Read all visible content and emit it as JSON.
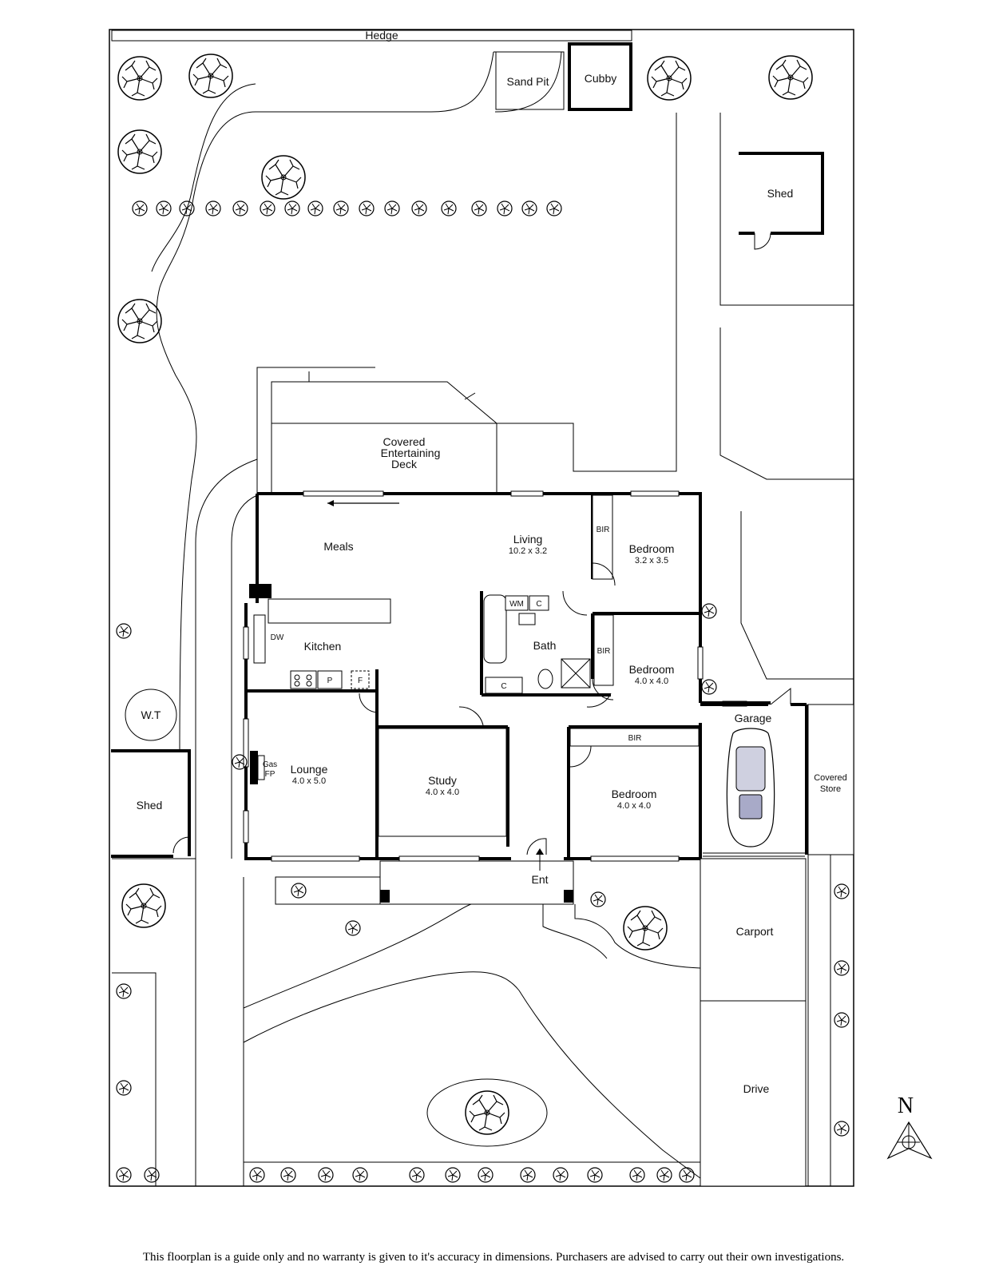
{
  "labels": {
    "hedge": "Hedge",
    "sand_pit": "Sand Pit",
    "cubby": "Cubby",
    "shed_rear": "Shed",
    "shed_side": "Shed",
    "covered_deck_1": "Covered",
    "covered_deck_2": "Entertaining",
    "covered_deck_3": "Deck",
    "meals": "Meals",
    "living": "Living",
    "living_dim": "10.2 x 3.2",
    "bedroom1": "Bedroom",
    "bedroom1_dim": "3.2 x 3.5",
    "bedroom2": "Bedroom",
    "bedroom2_dim": "4.0 x 4.0",
    "bedroom3": "Bedroom",
    "bedroom3_dim": "4.0 x 4.0",
    "bir1": "BIR",
    "bir2": "BIR",
    "bir3": "BIR",
    "wm": "WM",
    "c1": "C",
    "c2": "C",
    "bath": "Bath",
    "kitchen": "Kitchen",
    "dw": "DW",
    "pantry": "P",
    "fridge": "F",
    "lounge": "Lounge",
    "lounge_dim": "4.0 x 5.0",
    "gas_fp_1": "Gas",
    "gas_fp_2": "FP",
    "study": "Study",
    "study_dim": "4.0 x 4.0",
    "ent": "Ent",
    "garage": "Garage",
    "covered_store_1": "Covered",
    "covered_store_2": "Store",
    "carport": "Carport",
    "drive": "Drive",
    "water_tank": "W.T",
    "north": "N"
  },
  "disclaimer": "This floorplan is a guide only and no warranty is given to it's accuracy in dimensions. Purchasers are advised to carry out their own investigations."
}
